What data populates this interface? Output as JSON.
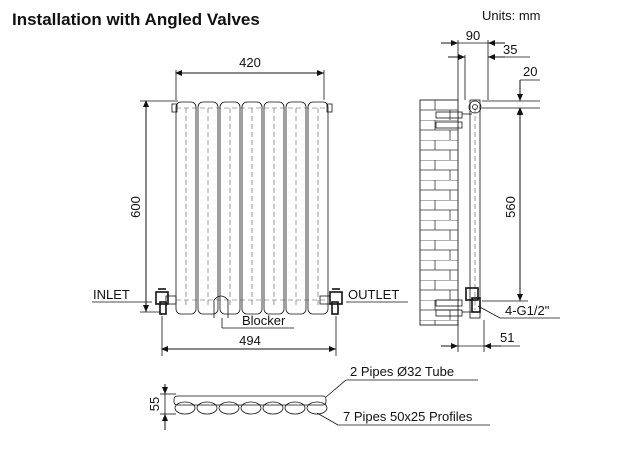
{
  "title": "Installation with Angled Valves",
  "units": "Units: mm",
  "front_view": {
    "width_label": "420",
    "height_label": "600",
    "inlet_label": "INLET",
    "outlet_label": "OUTLET",
    "blocker_label": "Blocker",
    "overall_width_label": "494"
  },
  "side_view": {
    "depth_label": "90",
    "offset_label": "35",
    "top_offset_label": "20",
    "centers_label": "560",
    "thread_label": "4-G1/2\"",
    "bottom_depth_label": "51"
  },
  "top_view": {
    "depth_label": "55",
    "pipes_label": "2 Pipes Ø32 Tube",
    "profiles_label": "7 Pipes 50x25  Profiles"
  }
}
